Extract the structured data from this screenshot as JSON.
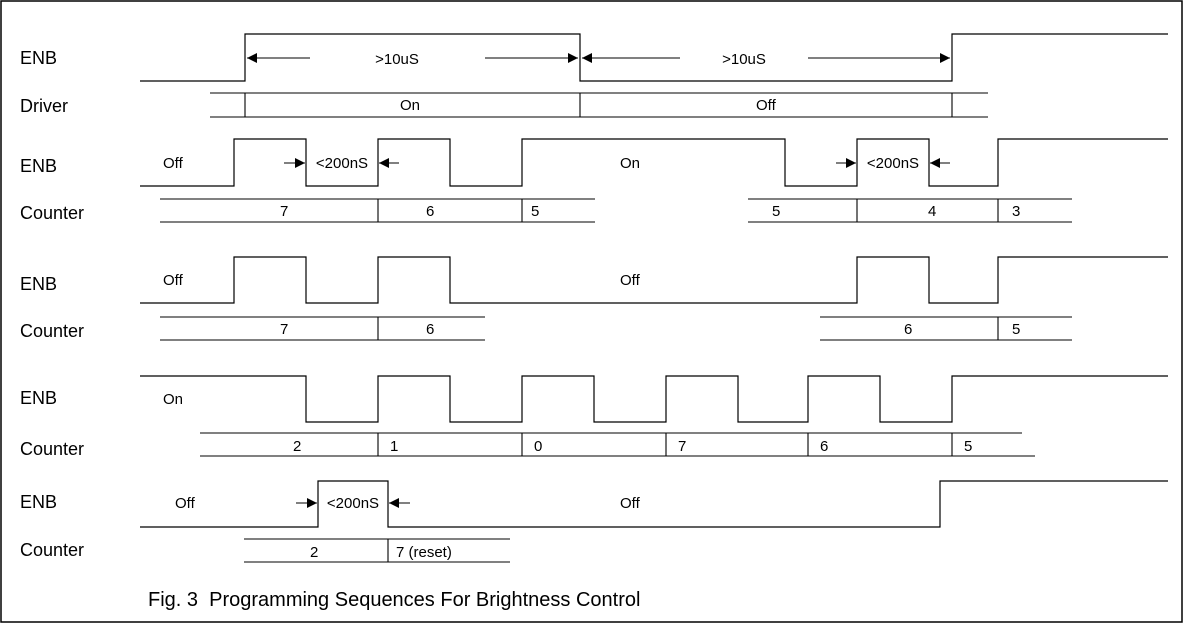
{
  "rows": {
    "r1": "ENB",
    "r2": "Driver",
    "r3": "ENB",
    "r4": "Counter",
    "r5": "ENB",
    "r6": "Counter",
    "r7": "ENB",
    "r8": "Counter",
    "r9": "ENB",
    "r10": "Counter"
  },
  "enb_top": {
    "gap1": ">10uS",
    "gap2": ">10uS"
  },
  "driver": {
    "on": "On",
    "off": "Off"
  },
  "seq1": {
    "pre": "Off",
    "mid": "On",
    "pulse1": "<200nS",
    "pulse2": "<200nS",
    "c1": "7",
    "c2": "6",
    "c3": "5",
    "c4": "5",
    "c5": "4",
    "c6": "3"
  },
  "seq2": {
    "pre": "Off",
    "mid": "Off",
    "c1": "7",
    "c2": "6",
    "c3": "6",
    "c4": "5"
  },
  "seq3": {
    "pre": "On",
    "c1": "2",
    "c2": "1",
    "c3": "0",
    "c4": "7",
    "c5": "6",
    "c6": "5"
  },
  "seq4": {
    "pre": "Off",
    "mid": "Off",
    "pulse": "<200nS",
    "c1": "2",
    "c2": "7 (reset)"
  },
  "caption": "Fig. 3  Programming Sequences For Brightness Control"
}
